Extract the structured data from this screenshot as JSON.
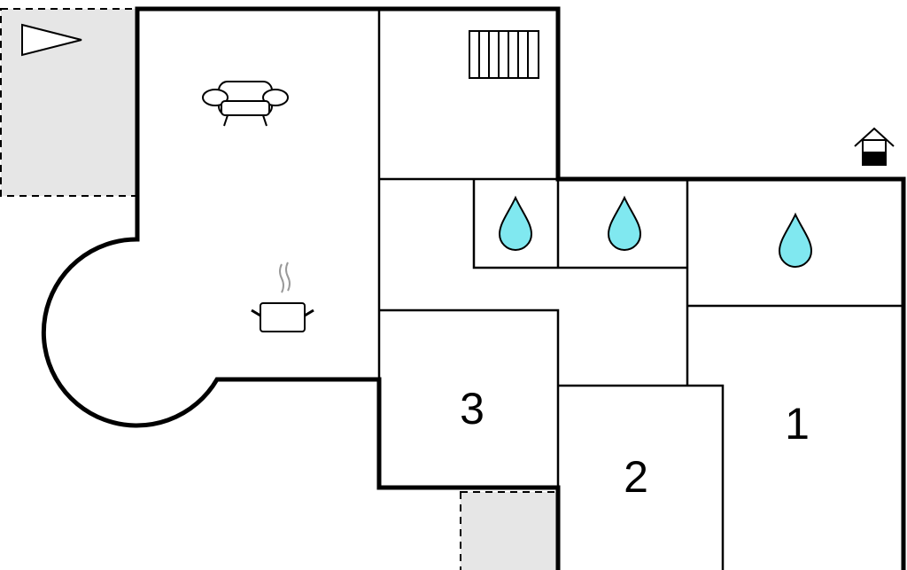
{
  "rooms": {
    "room1": {
      "label": "1"
    },
    "room2": {
      "label": "2"
    },
    "room3": {
      "label": "3"
    }
  },
  "icons": [
    "terrace-direction-icon",
    "radiator-icon",
    "sofa-icon",
    "cooking-pot-icon",
    "water-drop-icon",
    "house-entrance-icon"
  ],
  "colors": {
    "wall": "#000000",
    "terrace": "#e6e6e6",
    "water": "#80e8f0"
  }
}
